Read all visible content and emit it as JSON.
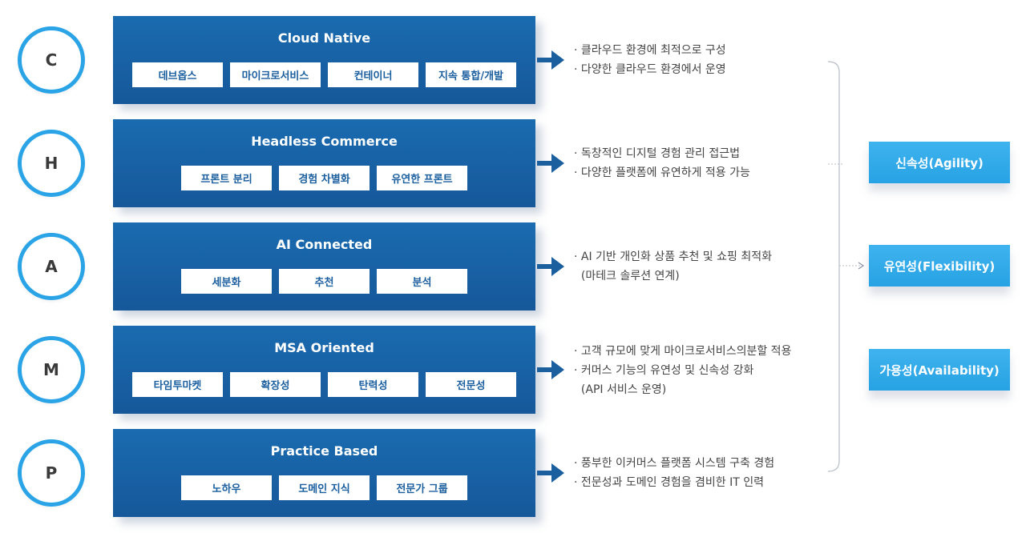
{
  "rows": [
    {
      "letter": "C",
      "title": "Cloud Native",
      "chips": [
        "데브옵스",
        "마이크로서비스",
        "컨테이너",
        "지속 통합/개발"
      ],
      "desc": [
        "· 클라우드 환경에 최적으로 구성",
        "· 다양한 클라우드 환경에서 운영"
      ]
    },
    {
      "letter": "H",
      "title": "Headless Commerce",
      "chips": [
        "프론트 분리",
        "경험 차별화",
        "유연한 프론트"
      ],
      "desc": [
        "· 독창적인 디지털 경험 관리 접근법",
        "· 다양한 플랫폼에 유연하게 적용 가능"
      ]
    },
    {
      "letter": "A",
      "title": "AI Connected",
      "chips": [
        "세분화",
        "추천",
        "분석"
      ],
      "desc": [
        "· AI 기반 개인화 상품 추천 및 쇼핑 최적화",
        "  (마테크 솔루션 연계)"
      ]
    },
    {
      "letter": "M",
      "title": "MSA Oriented",
      "chips": [
        "타임투마켓",
        "확장성",
        "탄력성",
        "전문성"
      ],
      "desc": [
        "· 고객 규모에 맞게 마이크로서비스의분할 적용",
        "· 커머스 기능의 유연성 및 신속성 강화",
        "  (API 서비스 운영)"
      ]
    },
    {
      "letter": "P",
      "title": "Practice Based",
      "chips": [
        "노하우",
        "도메인 지식",
        "전문가 그룹"
      ],
      "desc": [
        "· 풍부한 이커머스 플랫폼 시스템 구축 경험",
        "· 전문성과 도메인 경험을 겸비한 IT 인력"
      ]
    }
  ],
  "badges": [
    "신속성(Agility)",
    "유연성(Flexibility)",
    "가용성(Availability)"
  ],
  "colors": {
    "panel": "#1a6bb0",
    "circle_border": "#2aa4e6",
    "badge": "#2ea7e8",
    "chip_text": "#1b5f9f"
  }
}
